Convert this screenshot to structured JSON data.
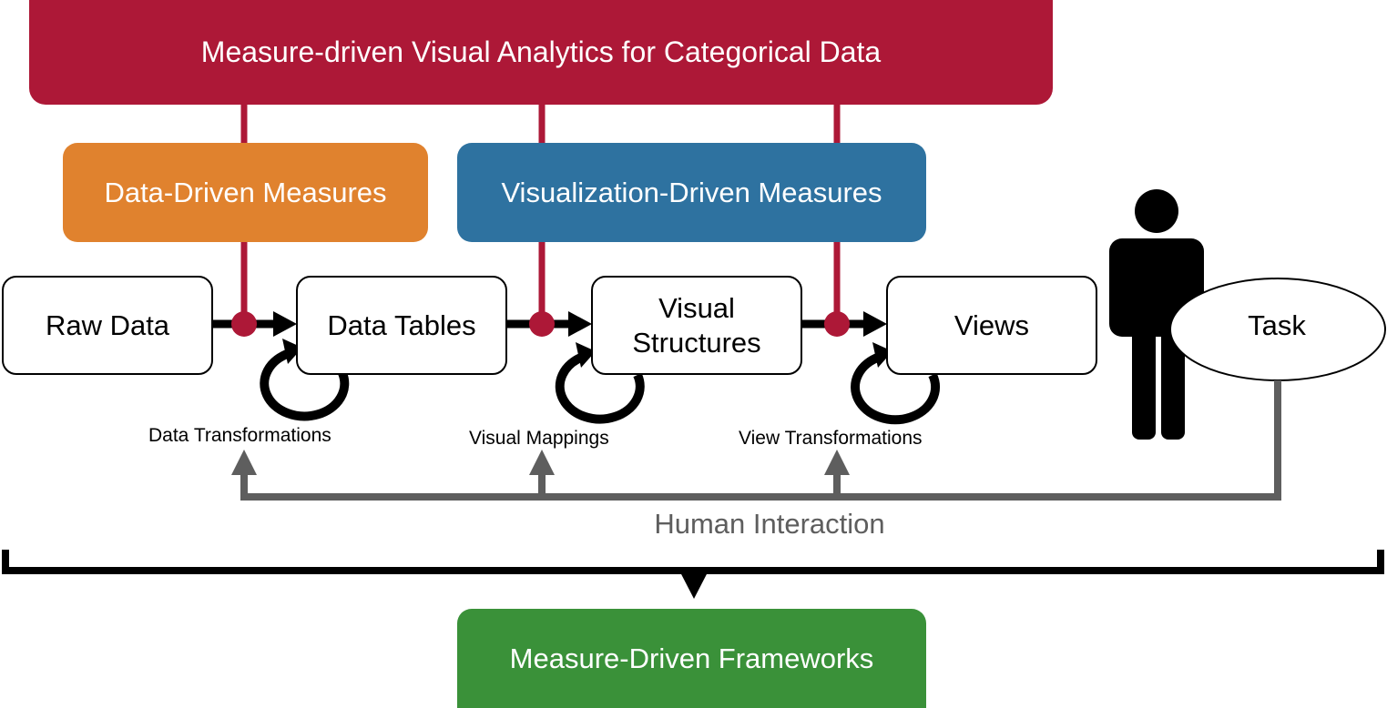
{
  "header": {
    "title": "Measure-driven Visual Analytics for Categorical Data"
  },
  "measures": {
    "data_driven": "Data-Driven Measures",
    "visualization_driven": "Visualization-Driven Measures"
  },
  "pipeline": {
    "raw_data": "Raw Data",
    "data_tables": "Data Tables",
    "visual_structures": "Visual Structures",
    "views": "Views",
    "task": "Task"
  },
  "transformations": {
    "data": "Data Transformations",
    "visual": "Visual Mappings",
    "view": "View Transformations"
  },
  "interaction": {
    "label": "Human Interaction"
  },
  "footer": {
    "frameworks": "Measure-Driven Frameworks"
  },
  "colors": {
    "crimson": "#ad1837",
    "orange": "#e0822e",
    "blue": "#2e72a0",
    "green": "#3a9139",
    "gray": "#5e5e5e"
  },
  "icons": {
    "user": "person-icon"
  }
}
